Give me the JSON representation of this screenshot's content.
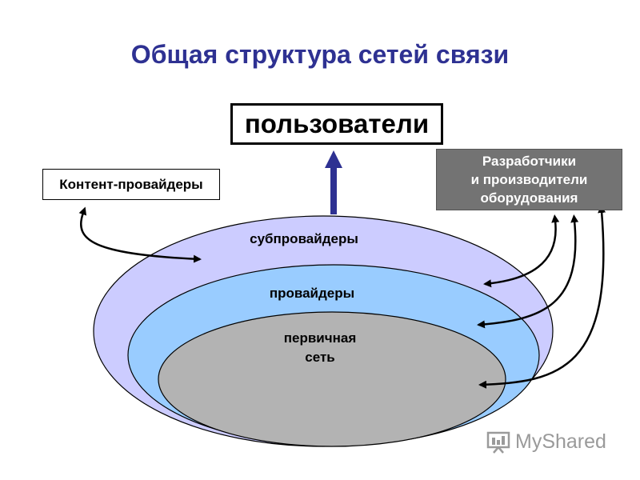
{
  "title": "Общая структура сетей связи",
  "users": "пользователи",
  "content_providers": "Контент-провайдеры",
  "developers": {
    "line1": "Разработчики",
    "line2": "и производители",
    "line3": "оборудования"
  },
  "layers": {
    "sub": "субпровайдеры",
    "providers": "провайдеры",
    "core_line1": "первичная",
    "core_line2": "сеть"
  },
  "watermark": "MyShared",
  "colors": {
    "title": "#2e3192",
    "sub_layer": "#ccccff",
    "provider_layer": "#99ccff",
    "core_layer": "#b3b3b3",
    "developers_box": "#737373",
    "up_arrow": "#2e3192"
  }
}
